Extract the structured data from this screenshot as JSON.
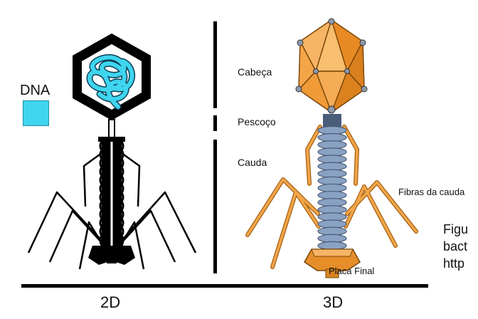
{
  "labels": {
    "dna": "DNA",
    "head": "Cabeça",
    "neck": "Pescoço",
    "tail": "Cauda",
    "tail_fibers": "Fibras da cauda",
    "base_plate": "Placa Final",
    "view_2d": "2D",
    "view_3d": "3D"
  },
  "caption": [
    "Figu",
    "bact",
    "http"
  ],
  "colors": {
    "dna": "#3fd5ee",
    "outline": "#000000",
    "capsid_light": "#f8b35a",
    "capsid_mid": "#f29a32",
    "capsid_dark": "#d97f1e",
    "tail_ring": "#8aa2c2",
    "tail_ring_dark": "#4a5d78"
  }
}
